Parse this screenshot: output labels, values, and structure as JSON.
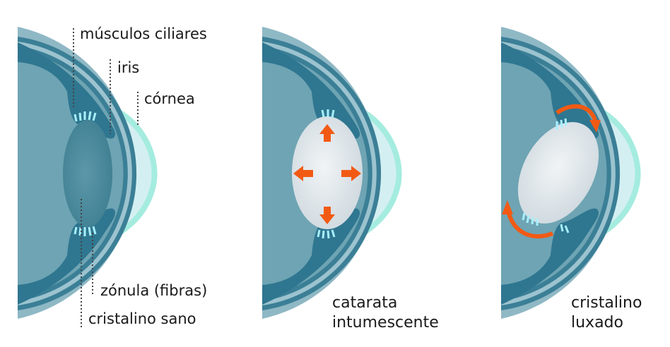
{
  "labels": {
    "musculos_ciliares": "músculos ciliares",
    "iris": "iris",
    "cornea": "córnea",
    "zonula": "zónula (fibras)",
    "cristalino_sano": "cristalino sano",
    "catarata_line1": "catarata",
    "catarata_line2": "intumescente",
    "luxado_line1": "cristalino",
    "luxado_line2": "luxado"
  },
  "colors": {
    "eye_body": "#6ea4b3",
    "sclera_outer": "#8fb8c5",
    "sclera_dark": "#3b7f96",
    "iris": "#2f7690",
    "cornea_fill": "#d4eff2",
    "cornea_edge": "#a4ecdf",
    "lens_healthy": "#4f8d9f",
    "lens_cloudy": "#e2e8ec",
    "zonule_fibers": "#a8f0ff",
    "arrow": "#f25a14",
    "leader_line": "#444444"
  }
}
